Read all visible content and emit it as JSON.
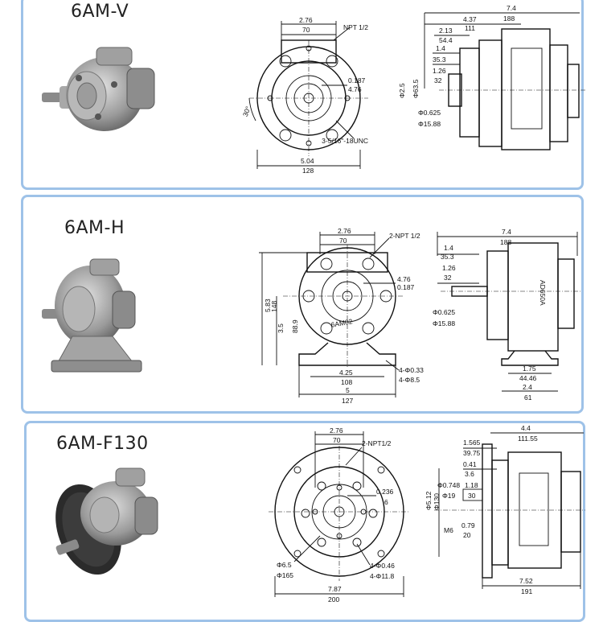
{
  "colors": {
    "panel_border": "#9ec2e8",
    "ink": "#111111"
  },
  "products": [
    {
      "model": "6AM-V",
      "front": {
        "top_in": "2.76",
        "top_mm": "70",
        "npt": "NPT 1/2",
        "side_in": "0.187",
        "side_mm": "4.76",
        "angle": "30°",
        "bolt": "3-5/16\"-18UNC",
        "bottom_in": "5.04",
        "bottom_mm": "128"
      },
      "side": {
        "overall_in": "7.4",
        "overall_mm": "188",
        "d1_in": "4.37",
        "d1_mm": "111",
        "d2_in": "2.13",
        "d2_mm": "54.4",
        "d3_in": "1.4",
        "d3_mm": "35.3",
        "d4_in": "1.26",
        "d4_mm": "32",
        "dia_in": "Φ2.5",
        "dia_mm": "Φ63.5",
        "shaft_in": "Φ0.625",
        "shaft_mm": "Φ15.88"
      }
    },
    {
      "model": "6AM-H",
      "front": {
        "top_in": "2.76",
        "top_mm": "70",
        "npt": "2-NPT 1/2",
        "side_in": "4.76",
        "side_mm": "0.187",
        "height_in": "5.83",
        "height_mm": "148",
        "center_in": "3.5",
        "center_mm": "88.9",
        "label": "6AM02",
        "foot_in": "4.25",
        "foot_mm": "108",
        "base_in": "5",
        "base_mm": "127",
        "hole_in": "4-Φ0.33",
        "hole_mm": "4-Φ8.5"
      },
      "side": {
        "overall_in": "7.4",
        "overall_mm": "188",
        "d1_in": "1.4",
        "d1_mm": "35.3",
        "d2_in": "1.26",
        "d2_mm": "32",
        "body_text": "AD650A",
        "shaft_in": "Φ0.625",
        "shaft_mm": "Φ15.88",
        "f1_in": "1.75",
        "f1_mm": "44.46",
        "f2_in": "2.4",
        "f2_mm": "61"
      }
    },
    {
      "model": "6AM-F130",
      "front": {
        "top_in": "2.76",
        "top_mm": "70",
        "npt": "2-NPT1/2",
        "side_in": "0.236",
        "side_mm": "6",
        "pcd_in": "Φ6.5",
        "pcd_mm": "Φ165",
        "hole_in": "4-Φ0.46",
        "hole_mm": "4-Φ11.8",
        "bottom_in": "7.87",
        "bottom_mm": "200"
      },
      "side": {
        "overall_in": "4.4",
        "overall_mm": "111.55",
        "d1_in": "1.565",
        "d1_mm": "39.75",
        "d2_in": "0.41",
        "d2_mm": "3.6",
        "shaft_in": "Φ0.748",
        "shaft_mm": "Φ19",
        "len_in": "1.18",
        "len_mm": "30",
        "dia_in": "Φ5.12",
        "dia_mm": "Φ130",
        "thread": "M6",
        "t_in": "0.79",
        "t_mm": "20",
        "bottom_in": "7.52",
        "bottom_mm": "191"
      }
    }
  ]
}
